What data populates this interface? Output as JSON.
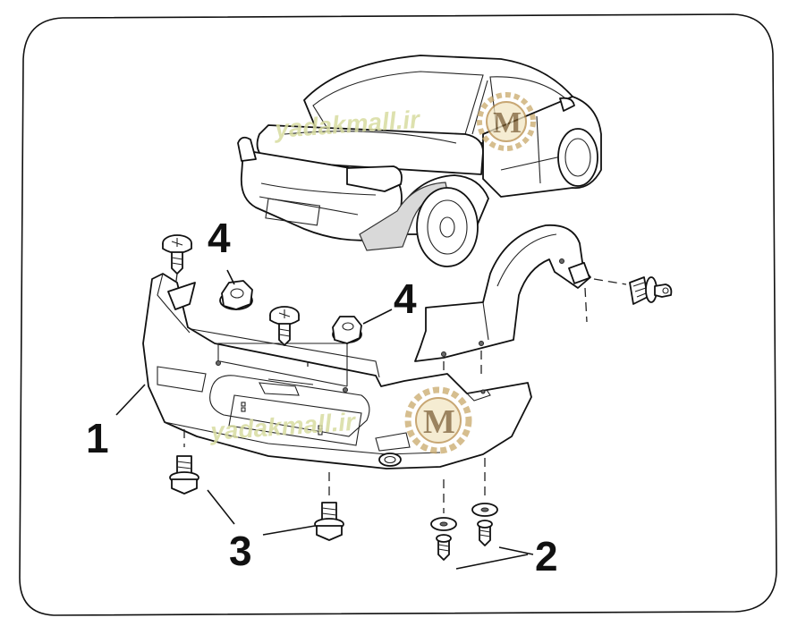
{
  "watermark": {
    "text": "yadakmall.ir",
    "logo_letter": "M"
  },
  "callouts": {
    "bumper": "1",
    "bumper_bracket_screws": "2",
    "bolts": "3",
    "nut_top": "4",
    "nut_right": "4"
  },
  "icons": [
    "logo-gear-icon"
  ]
}
